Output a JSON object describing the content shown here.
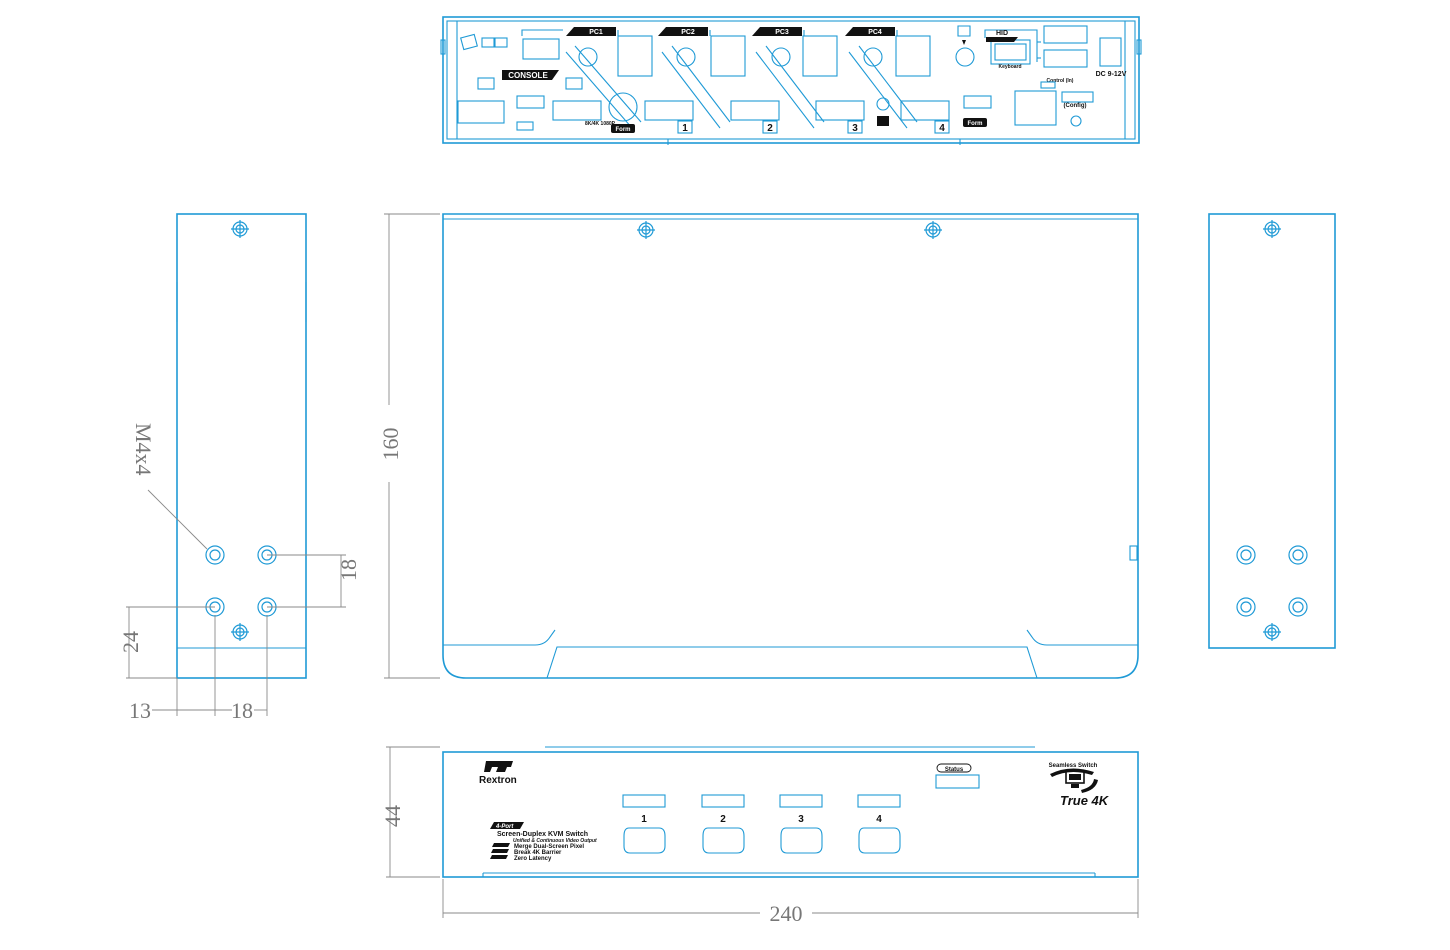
{
  "dimensions": {
    "width": "240",
    "depth": "160",
    "height": "44",
    "hole_spacing_vertical": "18",
    "hole_offset_bottom": "24",
    "hole_offset_edge": "13",
    "hole_spacing_horizontal": "18",
    "screw_spec": "M4x4"
  },
  "front_panel": {
    "brand": "Rextron",
    "badge": "4-Port",
    "product_title": "Screen-Duplex KVM Switch",
    "subtitle": "Unified & Continuous Video Output",
    "features": [
      "Merge Dual-Screen Pixel",
      "Break 4K Barrier",
      "Zero Latency"
    ],
    "ports": [
      "1",
      "2",
      "3",
      "4"
    ],
    "status_label": "Status",
    "seamless_label": "Seamless Switch",
    "true4k_label": "True 4K"
  },
  "rear_panel": {
    "pc_tags": [
      "PC1",
      "PC2",
      "PC3",
      "PC4"
    ],
    "port_numbers": [
      "1",
      "2",
      "3",
      "4"
    ],
    "console_label": "CONSOLE",
    "hid_label": "HID",
    "dc_label": "DC 9-12V",
    "control_label": "Control (In)",
    "config_label": "(Config)",
    "mode_label": "Form",
    "keyboard_label": "Keyboard",
    "resolution_label": "8K/4K 1080P"
  }
}
